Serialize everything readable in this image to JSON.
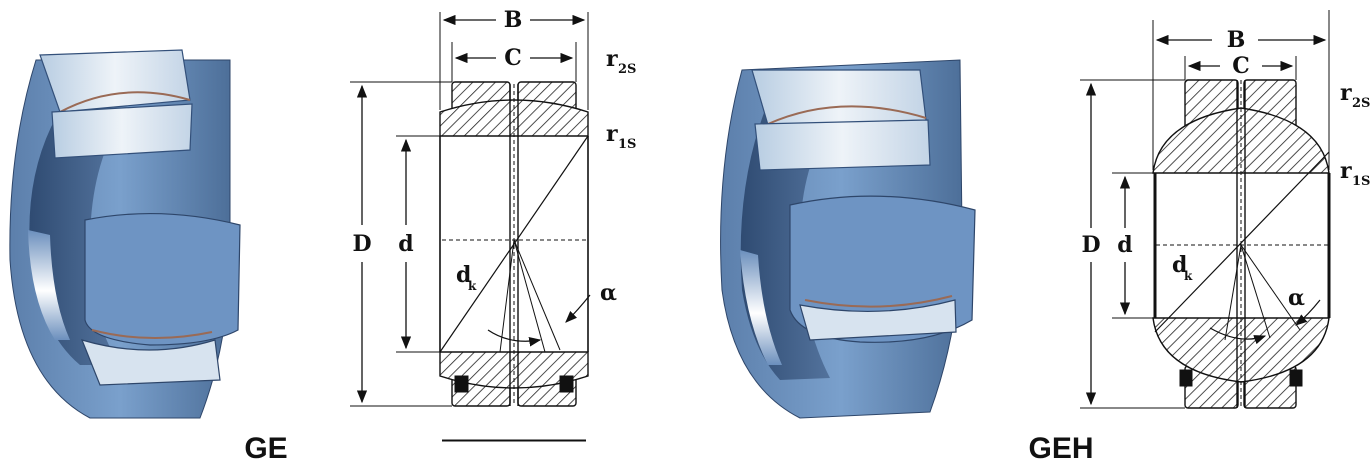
{
  "variants": [
    {
      "caption": "GE",
      "labels": {
        "B": "B",
        "C": "C",
        "r2": "r",
        "r2sub": "2S",
        "r1": "r",
        "r1sub": "1S",
        "D": "D",
        "d": "d",
        "dk": "d",
        "dksub": "k",
        "alpha": "α"
      }
    },
    {
      "caption": "GEH",
      "labels": {
        "B": "B",
        "C": "C",
        "r2": "r",
        "r2sub": "2S",
        "r1": "r",
        "r1sub": "1S",
        "D": "D",
        "d": "d",
        "dk": "d",
        "dksub": "k",
        "alpha": "α"
      }
    }
  ],
  "colors": {
    "bearing_blue": "#4a6b93",
    "bearing_light": "#c9dcef",
    "bearing_mid": "#6f93bf",
    "highlight": "#e6eef6",
    "edge": "#9a6a55",
    "hatch": "#222222"
  }
}
